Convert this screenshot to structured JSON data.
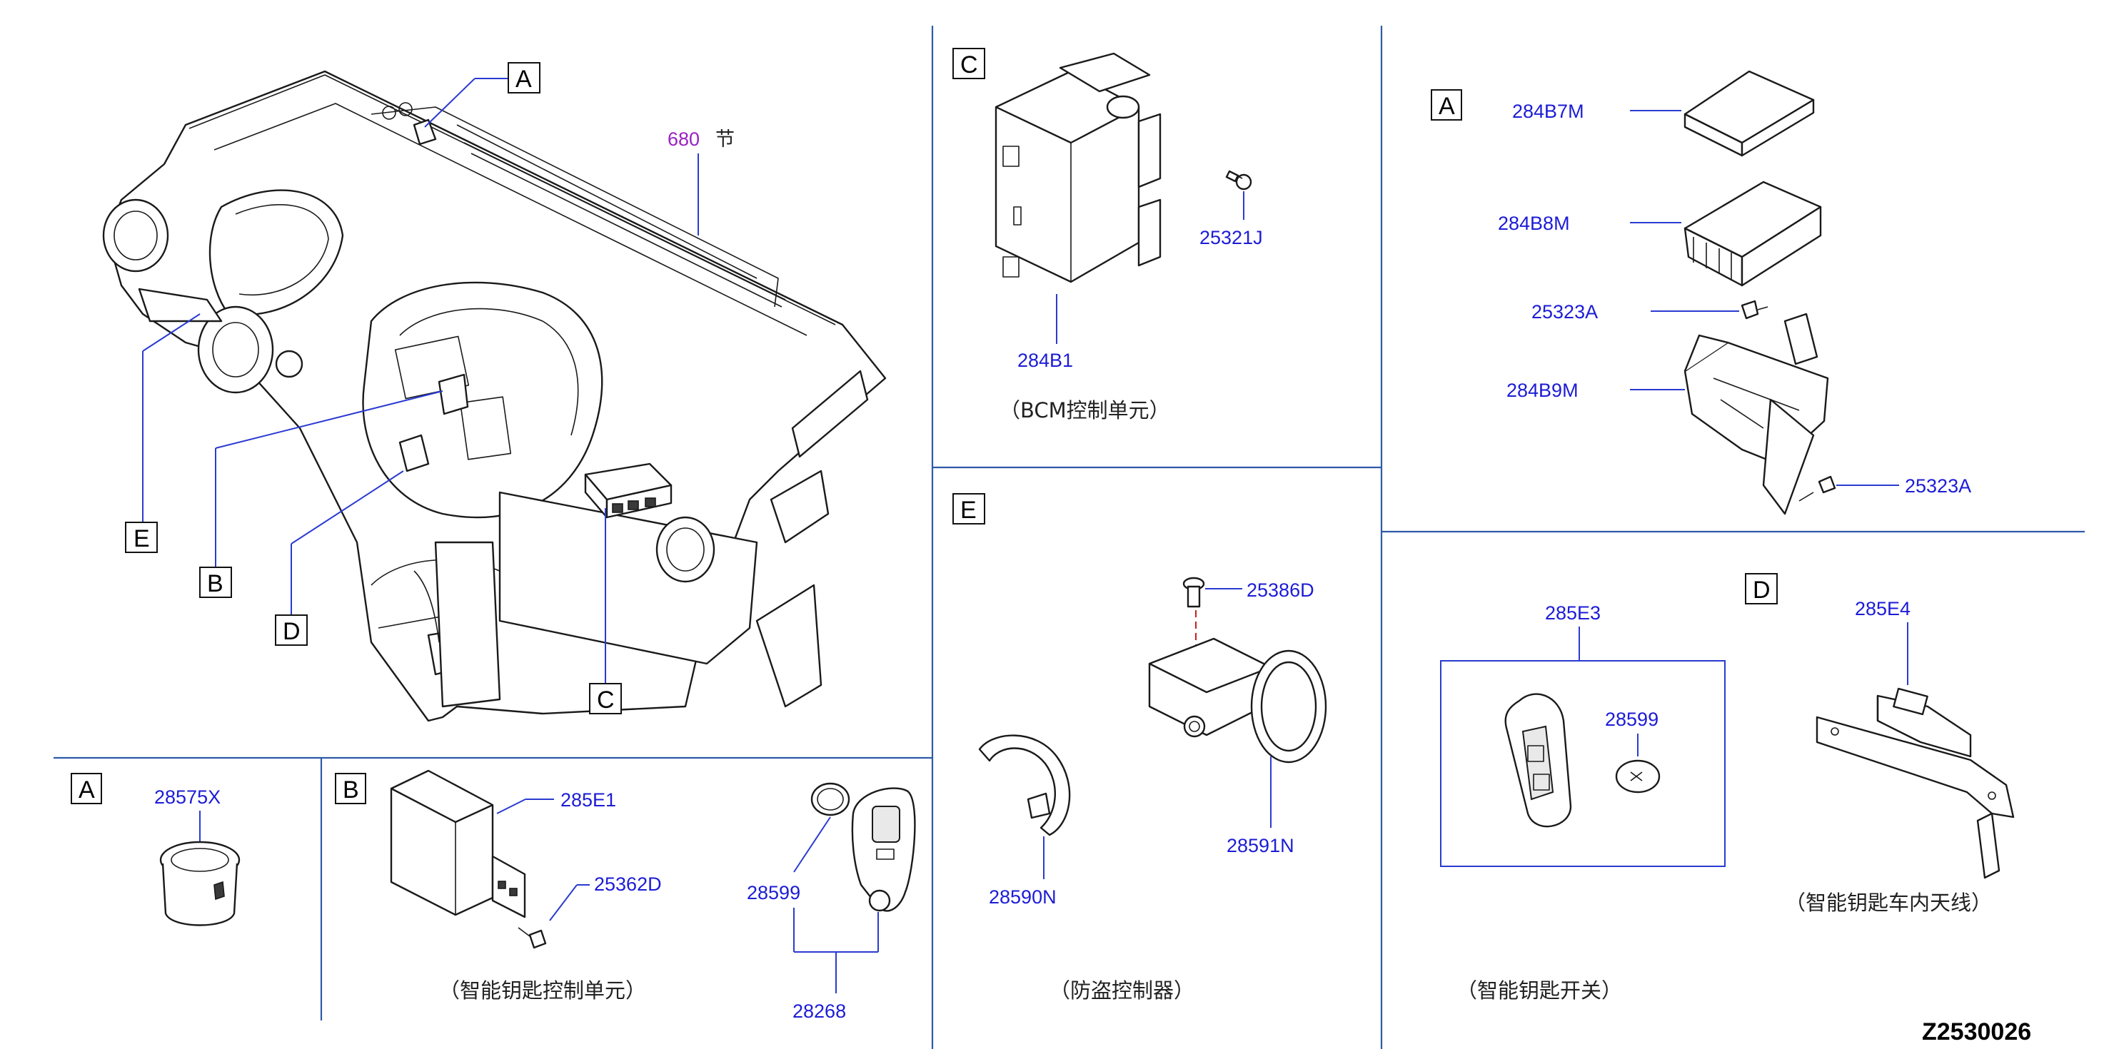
{
  "diagram": {
    "ref_text": "Z2530026",
    "main": {
      "label_680": "680",
      "label_section": "节",
      "callouts": [
        "A",
        "B",
        "C",
        "D",
        "E"
      ]
    },
    "panel_c": {
      "box": "C",
      "part_bcm": "284B1",
      "part_screw": "25321J",
      "caption": "（BCM控制单元）"
    },
    "panel_a_top": {
      "box": "A",
      "parts": [
        "284B7M",
        "284B8M",
        "25323A",
        "284B9M",
        "25323A"
      ]
    },
    "panel_e": {
      "box": "E",
      "part_screw": "25386D",
      "part_ring": "28590N",
      "part_antenna": "28591N",
      "caption": "（防盗控制器）"
    },
    "panel_keyfob": {
      "group": "285E3",
      "battery": "28599",
      "caption": "（智能钥匙开关）"
    },
    "panel_d": {
      "box": "D",
      "part": "285E4",
      "caption": "（智能钥匙车内天线）"
    },
    "panel_a_bottom": {
      "box": "A",
      "part": "28575X"
    },
    "panel_b": {
      "box": "B",
      "part_unit": "285E1",
      "part_screw": "25362D",
      "part_battery": "28599",
      "part_key": "28268",
      "caption": "（智能钥匙控制单元）"
    }
  }
}
